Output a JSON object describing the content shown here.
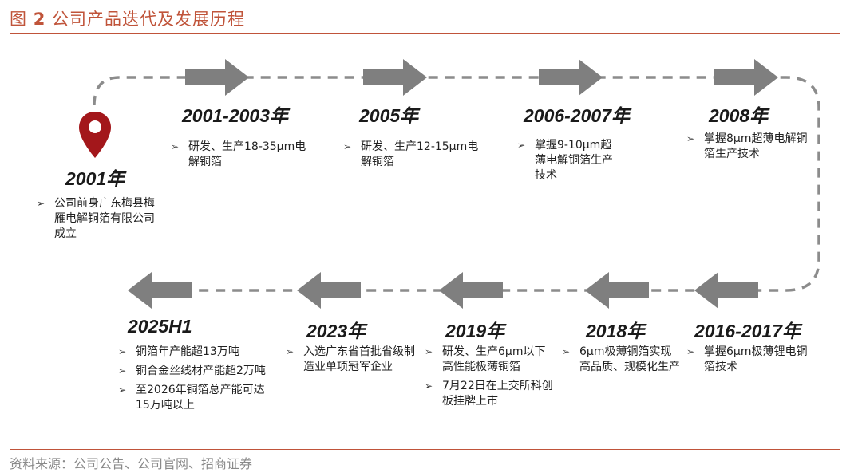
{
  "figure": {
    "label": "图",
    "number": "2",
    "title": "公司产品迭代及发展历程",
    "source": "资料来源：公司公告、公司官网、招商证券"
  },
  "colors": {
    "accent": "#C0543A",
    "pin": "#A3171B",
    "arrow": "#7F7F7F",
    "dash": "#8C8C8C"
  },
  "icons": {
    "pin": "map-marker-icon",
    "arrow": "block-arrow-icon",
    "bullet": "triangle-bullet-icon"
  },
  "timeline": [
    {
      "year": "2001年",
      "bullets": [
        "公司前身广东梅县梅雁电解铜箔有限公司成立"
      ]
    },
    {
      "year": "2001-2003年",
      "bullets": [
        "研发、生产18-35μm电解铜箔"
      ]
    },
    {
      "year": "2005年",
      "bullets": [
        "研发、生产12-15μm电解铜箔"
      ]
    },
    {
      "year": "2006-2007年",
      "bullets": [
        "掌握9-10μm超薄电解铜箔生产技术"
      ]
    },
    {
      "year": "2008年",
      "bullets": [
        "掌握8μm超薄电解铜箔生产技术"
      ]
    },
    {
      "year": "2016-2017年",
      "bullets": [
        "掌握6μm极薄锂电铜箔技术"
      ]
    },
    {
      "year": "2018年",
      "bullets": [
        "6μm极薄铜箔实现高品质、规模化生产"
      ]
    },
    {
      "year": "2019年",
      "bullets": [
        "研发、生产6μm以下高性能极薄铜箔",
        "7月22日在上交所科创板挂牌上市"
      ]
    },
    {
      "year": "2023年",
      "bullets": [
        "入选广东省首批省级制造业单项冠军企业"
      ]
    },
    {
      "year": "2025H1",
      "bullets": [
        "铜箔年产能超13万吨",
        "铜合金丝线材产能超2万吨",
        "至2026年铜箔总产能可达15万吨以上"
      ]
    }
  ]
}
